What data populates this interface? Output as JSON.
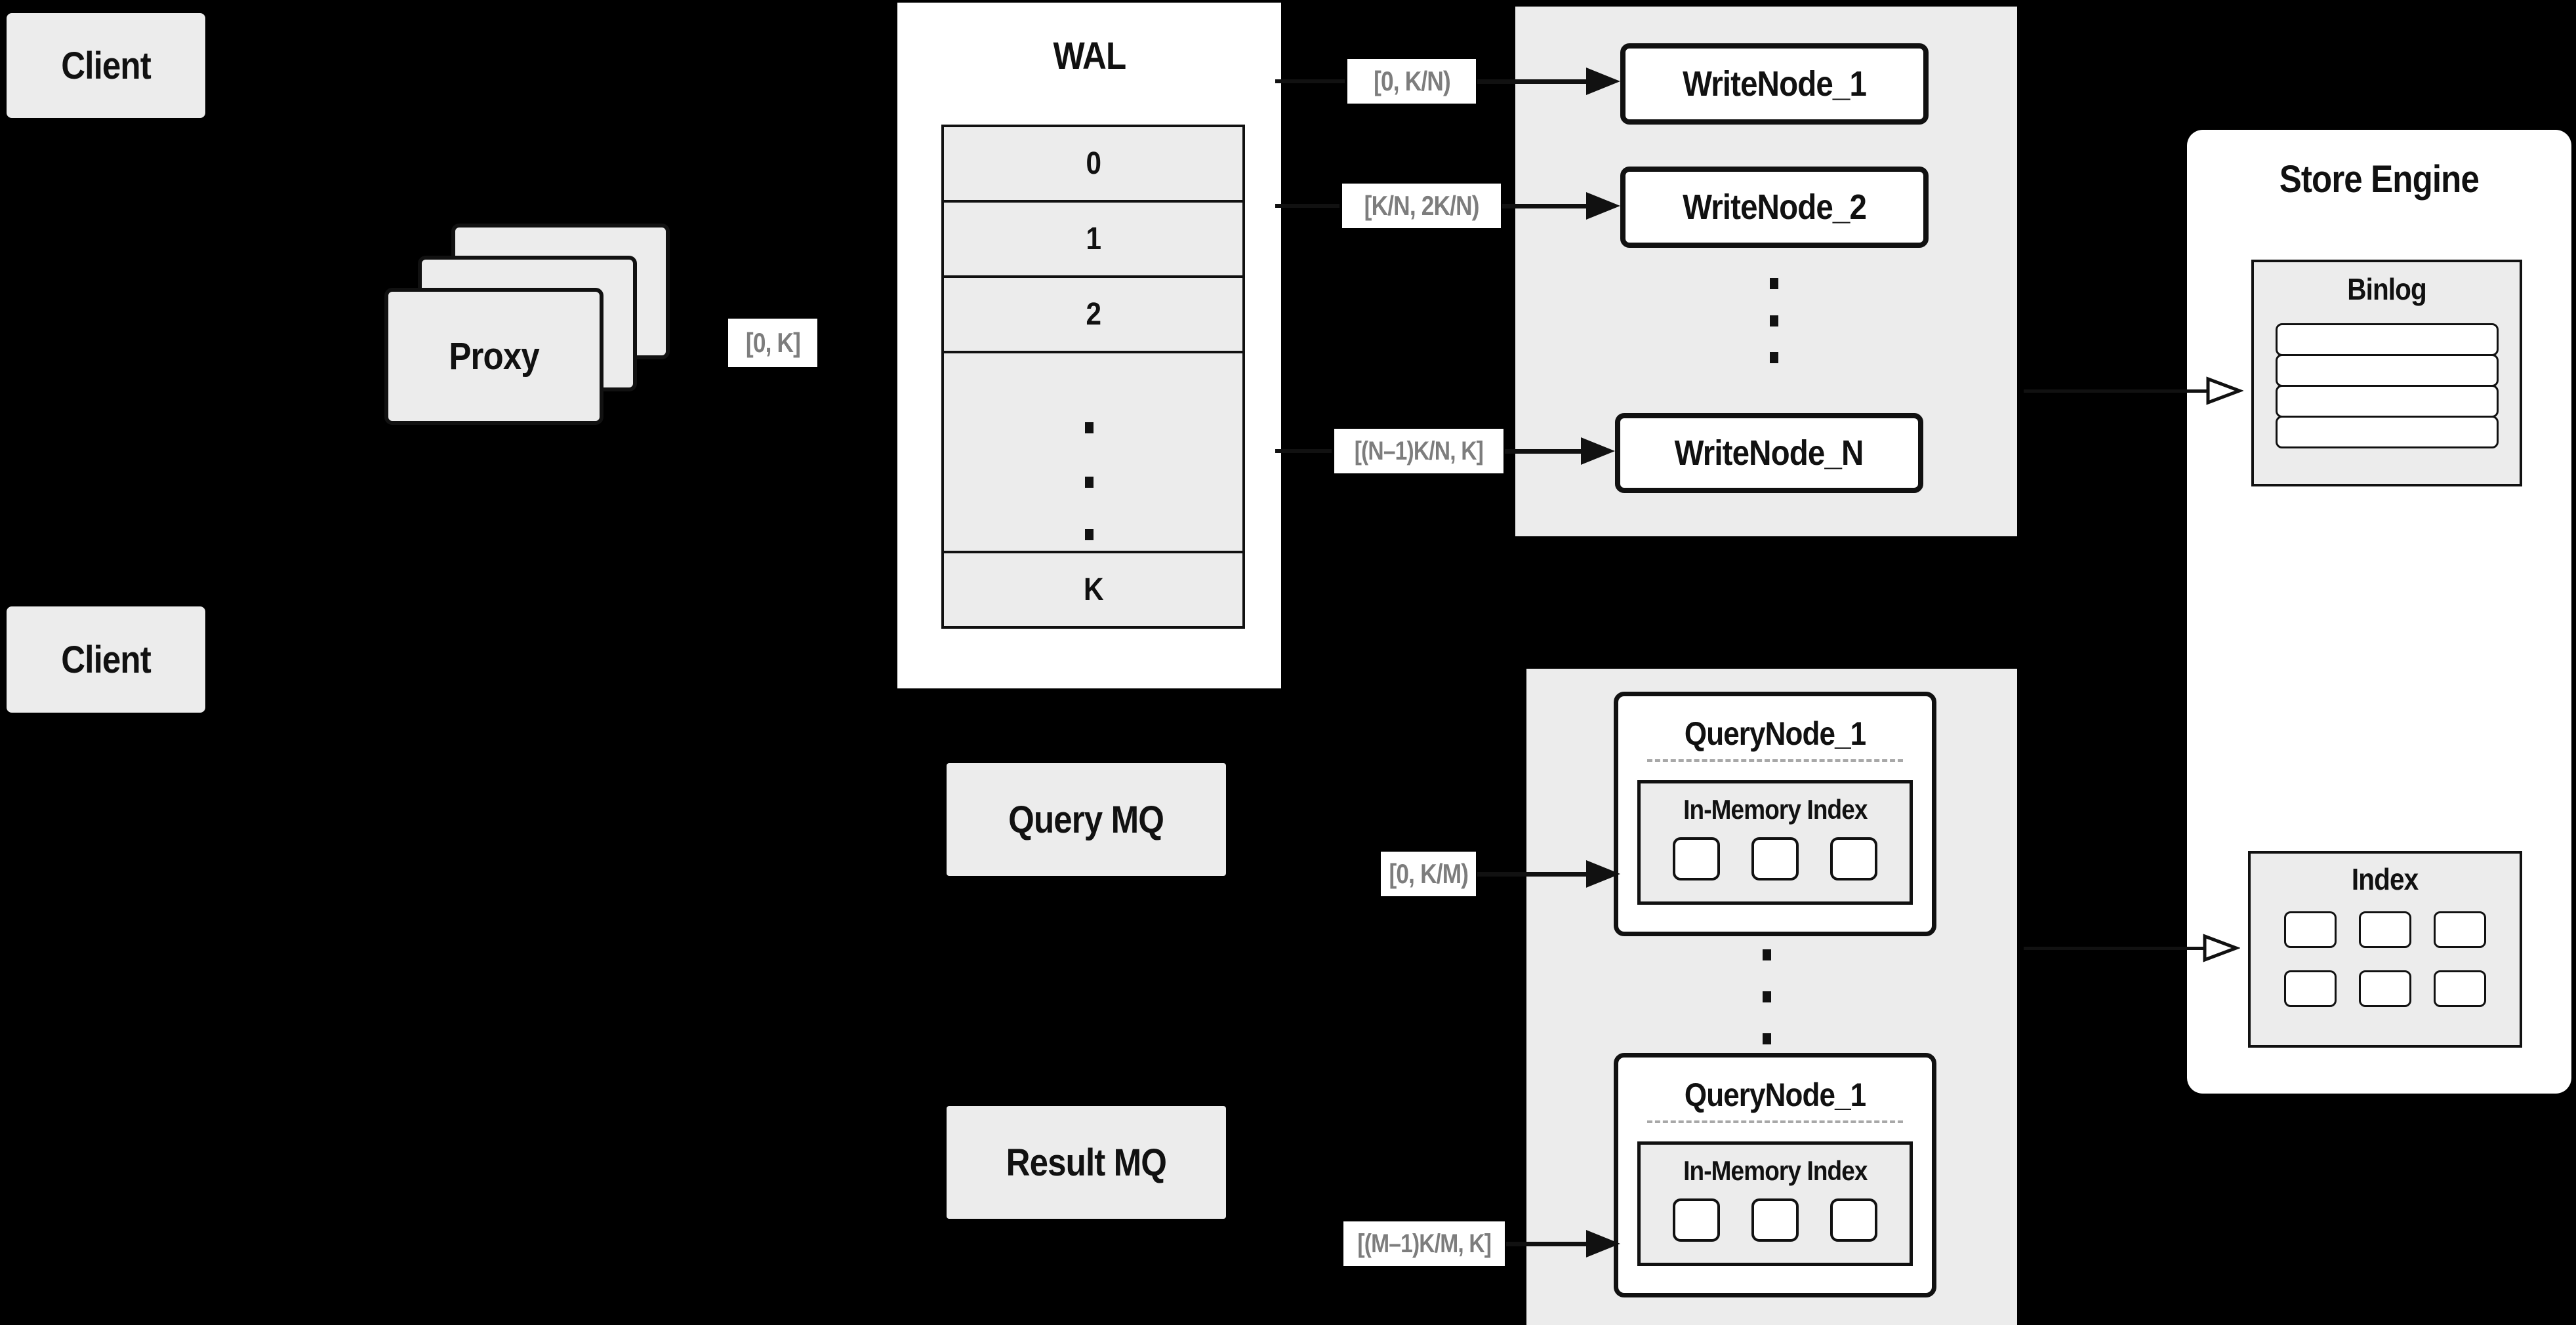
{
  "clients": {
    "top": "Client",
    "bottom": "Client"
  },
  "proxy": {
    "label": "Proxy",
    "range_label": "[0, K]"
  },
  "wal": {
    "title": "WAL",
    "rows": [
      "0",
      "1",
      "2"
    ],
    "row_k": "K"
  },
  "write_group": {
    "nodes": [
      "WriteNode_1",
      "WriteNode_2",
      "WriteNode_N"
    ],
    "ranges": [
      "[0,  K/N)",
      "[K/N, 2K/N)",
      "[(N–1)K/N,  K]"
    ]
  },
  "store_engine": {
    "title": "Store Engine",
    "binlog": {
      "title": "Binlog",
      "row_count": 4
    },
    "index": {
      "title": "Index",
      "cell_count": 6
    }
  },
  "mq": {
    "query": "Query MQ",
    "result": "Result MQ"
  },
  "query_group": {
    "nodes": [
      {
        "title": "QueryNode_1",
        "index_title": "In-Memory Index"
      },
      {
        "title": "QueryNode_1",
        "index_title": "In-Memory Index"
      }
    ],
    "ranges": [
      "[0, K/M)",
      "[(M–1)K/M, K]"
    ]
  },
  "colors": {
    "background": "#000000",
    "surface_gray": "#ececec",
    "surface_white": "#ffffff",
    "line_black": "#111111",
    "range_text_gray": "#7d7d7d",
    "divider_dash_gray": "#a8a8a8"
  }
}
